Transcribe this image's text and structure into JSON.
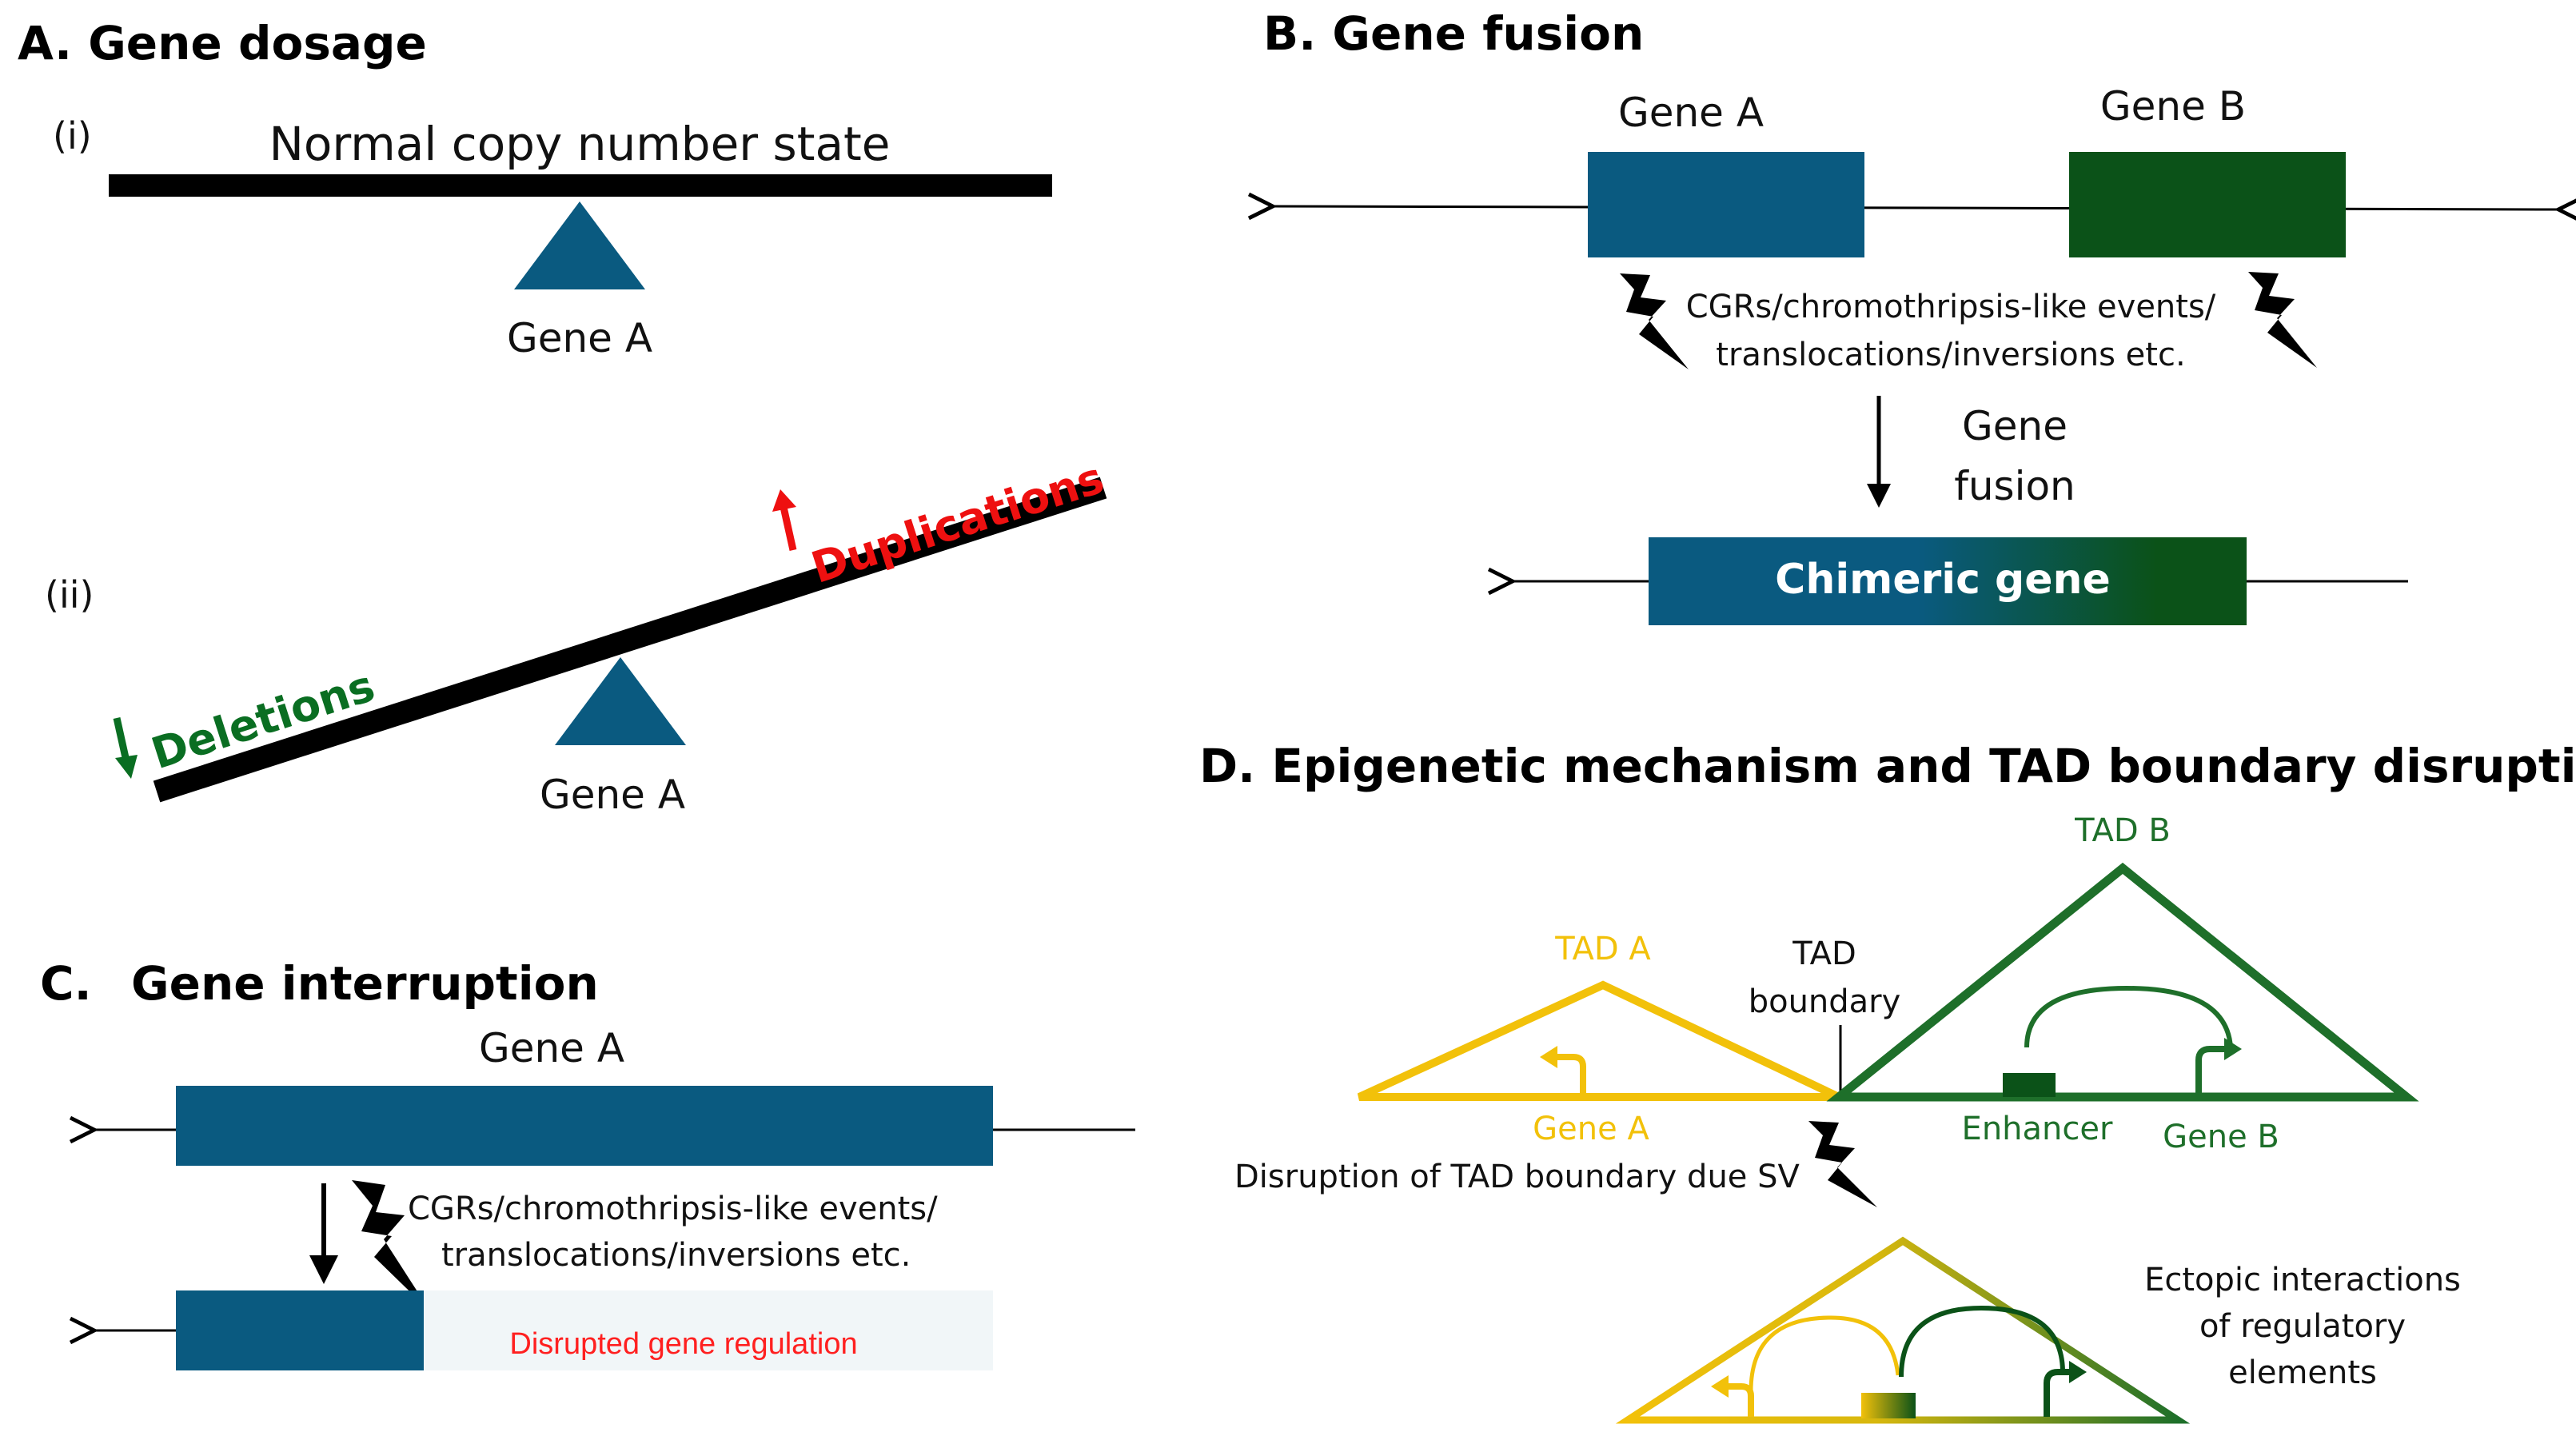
{
  "panels": {
    "a": {
      "heading": "A. Gene dosage",
      "sub_i": "(i)",
      "sub_ii": "(ii)",
      "normal_label": "Normal copy number state",
      "gene_label": "Gene A",
      "duplications_label": "Duplications",
      "deletions_label": "Deletions"
    },
    "b": {
      "heading": "B. Gene fusion",
      "gene_a_label": "Gene A",
      "gene_b_label": "Gene B",
      "events_line1": "CGRs/chromothripsis-like events/",
      "events_line2": "translocations/inversions etc.",
      "fusion_line1": "Gene",
      "fusion_line2": "fusion",
      "chimeric_label": "Chimeric gene"
    },
    "c": {
      "heading_letter": "C.",
      "heading_text": "Gene interruption",
      "gene_label": "Gene A",
      "events_line1": "CGRs/chromothripsis-like events/",
      "events_line2": "translocations/inversions etc.",
      "disrupted_label": "Disrupted gene regulation"
    },
    "d": {
      "heading": "D. Epigenetic mechanism and TAD boundary disruptions",
      "tad_a_label": "TAD A",
      "tad_b_label": "TAD B",
      "boundary_line1": "TAD",
      "boundary_line2": "boundary",
      "gene_a_label": "Gene A",
      "enhancer_label": "Enhancer",
      "gene_b_label": "Gene B",
      "disruption_label": "Disruption of TAD boundary due SV",
      "ectopic_line1": "Ectopic interactions",
      "ectopic_line2": "of regulatory",
      "ectopic_line3": "elements"
    }
  },
  "colors": {
    "gene_blue": "#0a5a80",
    "gene_green": "#0b5218",
    "tad_yellow": "#f2c10a",
    "tad_green": "#1e6f2a",
    "deletion_green": "#0a6e22",
    "duplication_red": "#ee1010",
    "disrupted_text": "#ff2020",
    "disrupted_bg": "#f1f6f8"
  }
}
